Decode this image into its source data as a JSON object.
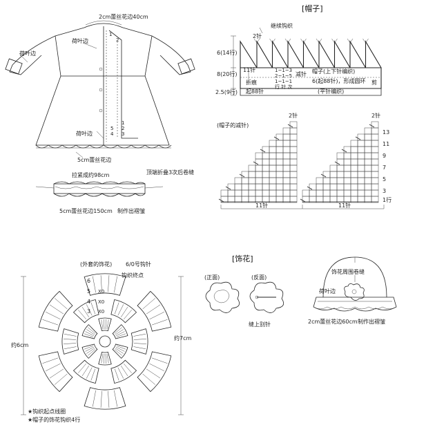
{
  "coat": {
    "top_label": "2cm蕾丝花边40cm",
    "left_sleeve_label": "荷叶边",
    "collar_label": "荷叶边",
    "body_label": "荷叶边",
    "bottom_label": "5cm蕾丝花边",
    "numbers_top": [
      "1",
      "2"
    ],
    "numbers_bottom": [
      "5",
      "4",
      "3",
      "2",
      "1"
    ]
  },
  "strip": {
    "top_label": "拉紧成约98cm",
    "right_label": "顶端折叠3次后卷缝",
    "bottom_label": "5cm蕾丝花边150cm",
    "bottom_right_label": "制作出褶皱"
  },
  "hat_section": {
    "title": "[帽子]",
    "needle_top": "2针",
    "continue_label": "继续钩织",
    "row_6": "6(14行)",
    "row_8": "8(20行)",
    "row_25": "2.5(9行)",
    "stitch_11": "11针",
    "fold_label": "折痕",
    "decrease_label": "减针",
    "rows_a": "1~1~3",
    "rows_b": "2~1~5",
    "rows_c": "1~1~1",
    "rows_legend": "行 针 次",
    "hat_type": "帽子(上下针编织)",
    "ring_label": "6(起88针)，形成圆环",
    "flat_label": "(平针编织)",
    "start_label": "起88针",
    "side_label": "剪",
    "decrease_title": "(帽子的减针)",
    "needle_left": "2针",
    "needle_right": "2针",
    "row_numbers": [
      "13",
      "11",
      "9",
      "7",
      "5",
      "3",
      "1行"
    ],
    "stitch_left": "11针",
    "stitch_right": "11针"
  },
  "flower_section": {
    "title": "[饰花]",
    "outer_label": "(外套的饰花)",
    "hook_label": "6/0号钩针",
    "end_label": "钩织终点",
    "rows": [
      "6",
      "5",
      "4",
      "3"
    ],
    "marks": [
      "X0",
      "X0",
      "X0"
    ],
    "size_left": "约6cm",
    "size_right": "约7cm",
    "note1": "★钩织起点线圈",
    "note2": "★帽子的饰花钩织4行",
    "front_label": "(正面)",
    "back_label": "(反面)",
    "pin_label": "缝上别针"
  },
  "hat_drawing": {
    "top_label": "饰花周围卷缝",
    "side_label": "荷叶边",
    "lace_label": "2cm蕾丝花边60cm",
    "ruffle_label": "制作出褶皱"
  }
}
